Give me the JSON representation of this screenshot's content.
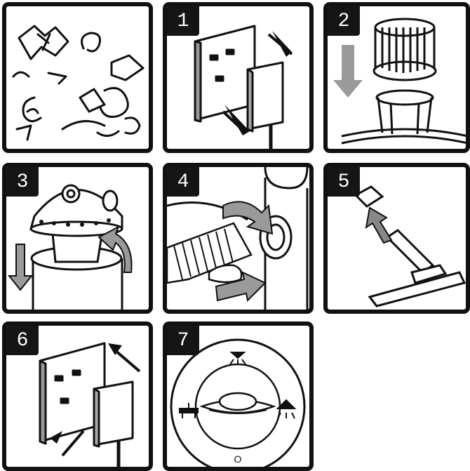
{
  "steps": [
    {
      "number": "",
      "content": "debris-scraps"
    },
    {
      "number": "1",
      "content": "unplug-from-socket"
    },
    {
      "number": "2",
      "content": "fit-cartridge-filter"
    },
    {
      "number": "3",
      "content": "attach-motor-head"
    },
    {
      "number": "4",
      "content": "connect-hose"
    },
    {
      "number": "5",
      "content": "attach-floor-nozzle"
    },
    {
      "number": "6",
      "content": "plug-into-socket"
    },
    {
      "number": "7",
      "content": "select-mode"
    }
  ],
  "mode_dial": {
    "off_label": "O"
  },
  "colors": {
    "outline": "#111111",
    "badge": "#151515",
    "arrow_gray": "#9a9a9a",
    "fill_light": "#e6e6e6"
  }
}
